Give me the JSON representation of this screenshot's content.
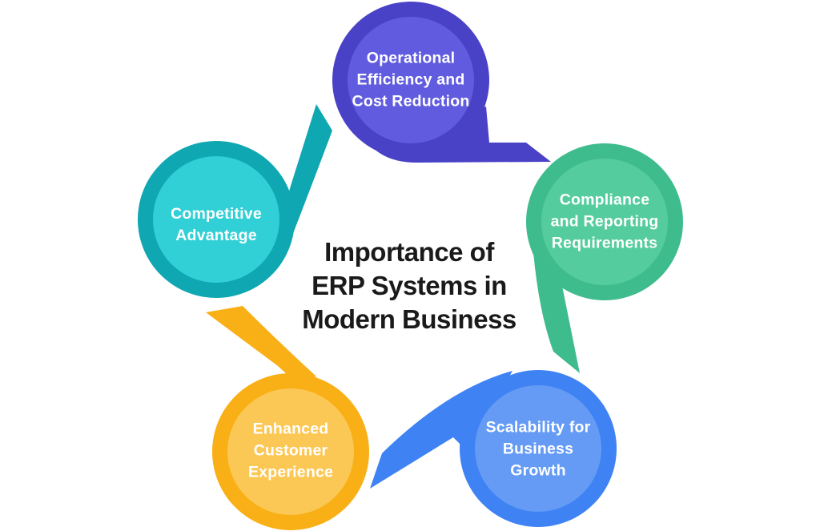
{
  "background": "#ffffff",
  "title": {
    "full": "Importance of ERP Systems in Modern Business",
    "lines": [
      "Importance of",
      "ERP Systems in",
      "Modern Business"
    ],
    "color": "#1a1a1a"
  },
  "nodes": [
    {
      "id": "operational-efficiency",
      "label": "Operational Efficiency and Cost Reduction",
      "lines": [
        "Operational",
        "Efficiency and",
        "Cost Reduction"
      ],
      "outer": "#4942c6",
      "inner": "#615cdf",
      "text_color": "#ffffff",
      "position": "top"
    },
    {
      "id": "compliance-reporting",
      "label": "Compliance and Reporting Requirements",
      "lines": [
        "Compliance",
        "and Reporting",
        "Requirements"
      ],
      "outer": "#3fbc8d",
      "inner": "#55cc9e",
      "text_color": "#ffffff",
      "position": "right"
    },
    {
      "id": "scalability-growth",
      "label": "Scalability for Business Growth",
      "lines": [
        "Scalability for",
        "Business",
        "Growth"
      ],
      "outer": "#3e82f4",
      "inner": "#659bf5",
      "text_color": "#ffffff",
      "position": "bottom-right"
    },
    {
      "id": "enhanced-customer",
      "label": "Enhanced Customer Experience",
      "lines": [
        "Enhanced",
        "Customer",
        "Experience"
      ],
      "outer": "#f9af16",
      "inner": "#fcc855",
      "text_color": "#ffffff",
      "position": "bottom-left"
    },
    {
      "id": "competitive-advantage",
      "label": "Competitive Advantage",
      "lines": [
        "Competitive",
        "Advantage"
      ],
      "outer": "#0fa7b2",
      "inner": "#30d0d6",
      "text_color": "#ffffff",
      "position": "left"
    }
  ]
}
